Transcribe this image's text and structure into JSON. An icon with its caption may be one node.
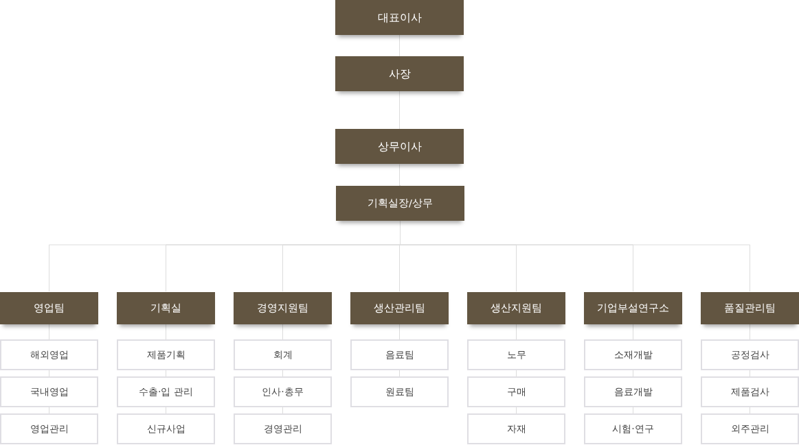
{
  "diagram": {
    "nodes": [
      {
        "text": [
          "대표이사"
        ]
      },
      {
        "text": [
          "사장"
        ]
      },
      {
        "text": [
          "상무이사"
        ]
      },
      {
        "text": [
          "기획실장/상무"
        ]
      },
      {
        "text": [
          "영업팀"
        ]
      },
      {
        "text": [
          "해외영업"
        ]
      },
      {
        "text": [
          "국내영업"
        ]
      },
      {
        "text": [
          "영업관리"
        ]
      },
      {
        "text": [
          "기획실"
        ]
      },
      {
        "text": [
          "제품기획"
        ]
      },
      {
        "text": [
          "수출·입 관리"
        ]
      },
      {
        "text": [
          "신규사업"
        ]
      },
      {
        "text": [
          "경영지원팀"
        ]
      },
      {
        "text": [
          "회계"
        ]
      },
      {
        "text": [
          "인사·총무"
        ]
      },
      {
        "text": [
          "경영관리"
        ]
      },
      {
        "text": [
          "생산관리팀"
        ]
      },
      {
        "text": [
          "음료팀"
        ]
      },
      {
        "text": [
          "원료팀"
        ]
      },
      {
        "text": [
          "생산지원팀"
        ]
      },
      {
        "text": [
          "노무"
        ]
      },
      {
        "text": [
          "구매"
        ]
      },
      {
        "text": [
          "자재"
        ]
      },
      {
        "text": [
          "기업부설연구소"
        ]
      },
      {
        "text": [
          "소재개발"
        ]
      },
      {
        "text": [
          "음료개발"
        ]
      },
      {
        "text": [
          "시험·연구"
        ]
      },
      {
        "text": [
          "품질관리팀"
        ]
      },
      {
        "text": [
          "공정검사"
        ]
      },
      {
        "text": [
          "제품검사"
        ]
      },
      {
        "text": [
          "외주관리"
        ]
      }
    ],
    "edges": [
      {
        "from": 0,
        "to": 1,
        "arrow": "none"
      },
      {
        "from": 1,
        "to": 2,
        "arrow": "none"
      },
      {
        "from": 2,
        "to": 3,
        "arrow": "none"
      },
      {
        "from": 3,
        "to": 4,
        "arrow": "none"
      },
      {
        "from": 3,
        "to": 8,
        "arrow": "none"
      },
      {
        "from": 3,
        "to": 12,
        "arrow": "none"
      },
      {
        "from": 3,
        "to": 16,
        "arrow": "none"
      },
      {
        "from": 3,
        "to": 19,
        "arrow": "none"
      },
      {
        "from": 3,
        "to": 23,
        "arrow": "none"
      },
      {
        "from": 3,
        "to": 27,
        "arrow": "none"
      },
      {
        "from": 4,
        "to": 5,
        "arrow": "none"
      },
      {
        "from": 5,
        "to": 6,
        "arrow": "none"
      },
      {
        "from": 6,
        "to": 7,
        "arrow": "none"
      },
      {
        "from": 8,
        "to": 9,
        "arrow": "none"
      },
      {
        "from": 9,
        "to": 10,
        "arrow": "none"
      },
      {
        "from": 10,
        "to": 11,
        "arrow": "none"
      },
      {
        "from": 12,
        "to": 13,
        "arrow": "none"
      },
      {
        "from": 13,
        "to": 14,
        "arrow": "none"
      },
      {
        "from": 14,
        "to": 15,
        "arrow": "none"
      },
      {
        "from": 16,
        "to": 17,
        "arrow": "none"
      },
      {
        "from": 17,
        "to": 18,
        "arrow": "none"
      },
      {
        "from": 19,
        "to": 20,
        "arrow": "none"
      },
      {
        "from": 20,
        "to": 21,
        "arrow": "none"
      },
      {
        "from": 21,
        "to": 22,
        "arrow": "none"
      },
      {
        "from": 23,
        "to": 24,
        "arrow": "none"
      },
      {
        "from": 24,
        "to": 25,
        "arrow": "none"
      },
      {
        "from": 25,
        "to": 26,
        "arrow": "none"
      },
      {
        "from": 27,
        "to": 28,
        "arrow": "none"
      },
      {
        "from": 28,
        "to": 29,
        "arrow": "none"
      },
      {
        "from": 29,
        "to": 30,
        "arrow": "none"
      }
    ]
  }
}
